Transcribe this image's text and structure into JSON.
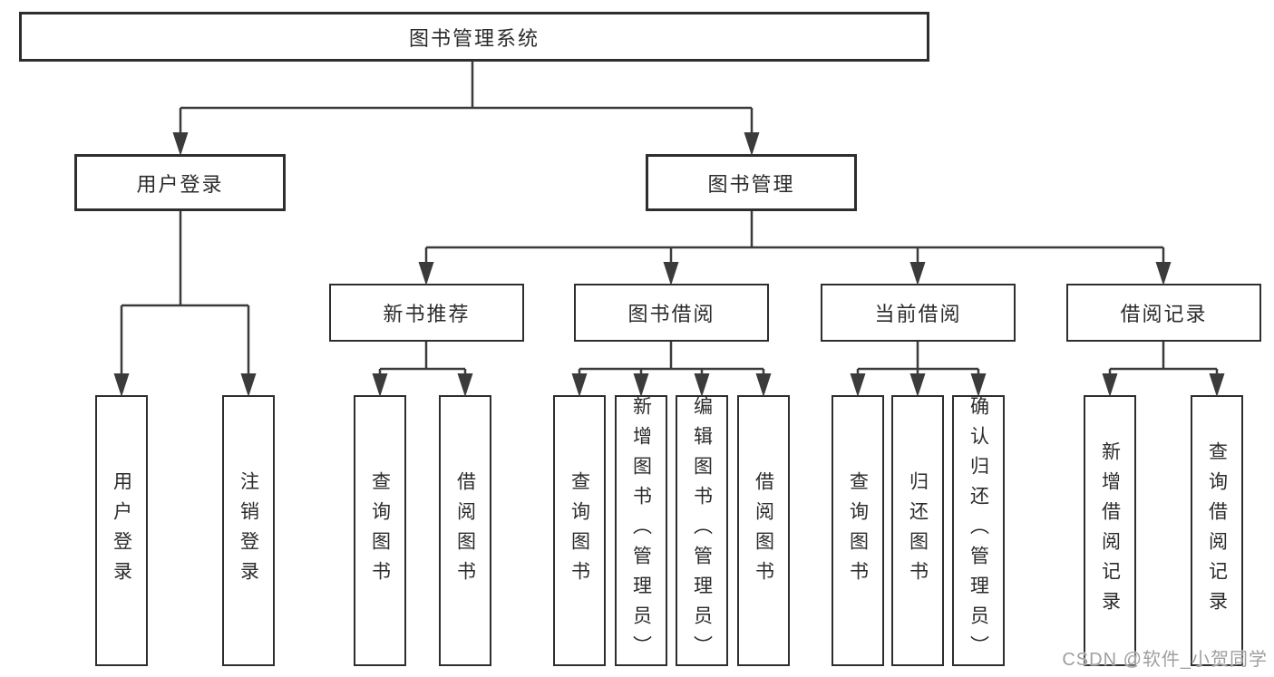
{
  "diagram": {
    "root": {
      "label": "图书管理系统"
    },
    "branches": [
      {
        "label": "用户登录",
        "children": [
          {
            "label": "用户登录"
          },
          {
            "label": "注销登录"
          }
        ]
      },
      {
        "label": "图书管理",
        "groups": [
          {
            "label": "新书推荐",
            "children": [
              {
                "label": "查询图书"
              },
              {
                "label": "借阅图书"
              }
            ]
          },
          {
            "label": "图书借阅",
            "children": [
              {
                "label": "查询图书"
              },
              {
                "label": "新增图书（管理员）"
              },
              {
                "label": "编辑图书（管理员）"
              },
              {
                "label": "借阅图书"
              }
            ]
          },
          {
            "label": "当前借阅",
            "children": [
              {
                "label": "查询图书"
              },
              {
                "label": "归还图书"
              },
              {
                "label": "确认归还（管理员）"
              }
            ]
          },
          {
            "label": "借阅记录",
            "children": [
              {
                "label": "新增借阅记录"
              },
              {
                "label": "查询借阅记录"
              }
            ]
          }
        ]
      }
    ]
  },
  "watermark": {
    "text": "CSDN @软件_小贺同学"
  },
  "colors": {
    "line": "#3b3b3b",
    "box_border": "#2e2e2e",
    "text": "#2b2b2b",
    "watermark": "#9f9f9f",
    "background": "#ffffff"
  }
}
